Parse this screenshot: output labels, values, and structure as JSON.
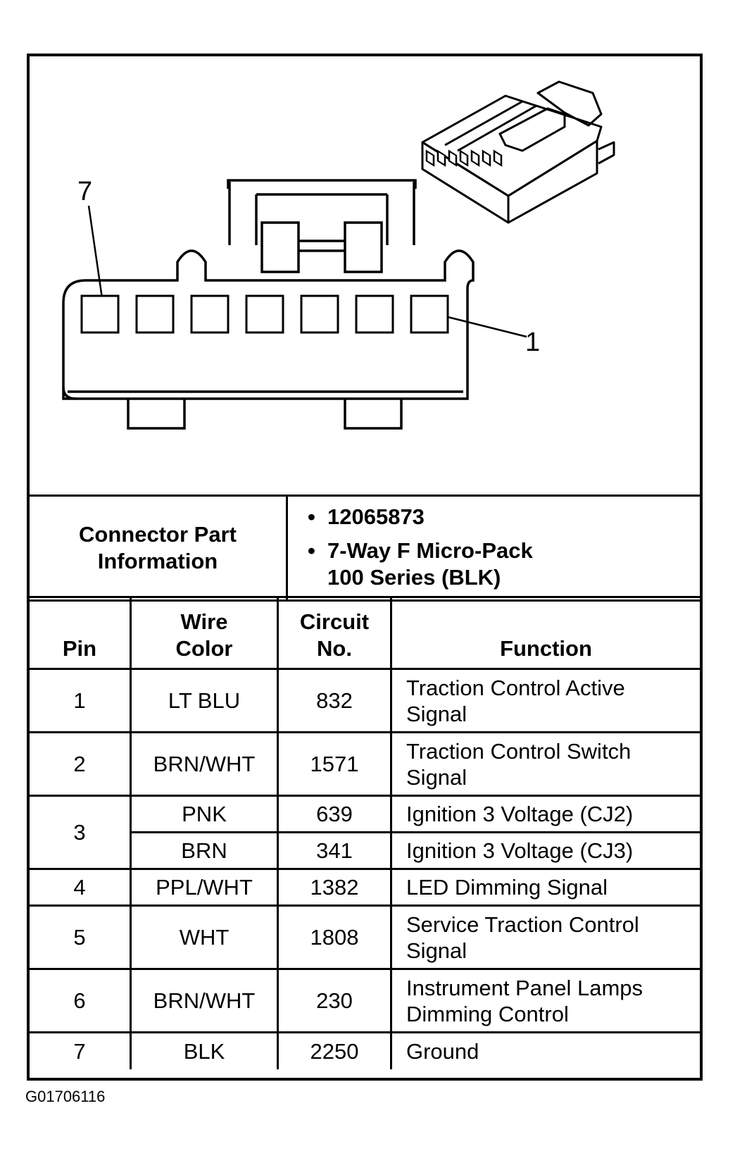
{
  "diagram": {
    "pin_label_left": "7",
    "pin_label_right": "1",
    "pin_count": 7
  },
  "connector_info": {
    "label_line1": "Connector Part",
    "label_line2": "Information",
    "bullet": "•",
    "items": [
      {
        "line1": "12065873",
        "line2": ""
      },
      {
        "line1": "7-Way F Micro-Pack",
        "line2": "100 Series (BLK)"
      }
    ]
  },
  "table": {
    "headers": {
      "pin": "Pin",
      "wire_line1": "Wire",
      "wire_line2": "Color",
      "circuit_line1": "Circuit",
      "circuit_line2": "No.",
      "function": "Function"
    },
    "rows": [
      {
        "pin": "1",
        "wire": "LT BLU",
        "circuit": "832",
        "f1": "Traction Control Active",
        "f2": "Signal"
      },
      {
        "pin": "2",
        "wire": "BRN/WHT",
        "circuit": "1571",
        "f1": "Traction Control Switch",
        "f2": "Signal"
      },
      {
        "pin": "3",
        "wire": "PNK",
        "circuit": "639",
        "f1": "Ignition 3 Voltage (CJ2)",
        "f2": ""
      },
      {
        "pin": "",
        "wire": "BRN",
        "circuit": "341",
        "f1": "Ignition 3 Voltage (CJ3)",
        "f2": ""
      },
      {
        "pin": "4",
        "wire": "PPL/WHT",
        "circuit": "1382",
        "f1": "LED Dimming Signal",
        "f2": ""
      },
      {
        "pin": "5",
        "wire": "WHT",
        "circuit": "1808",
        "f1": "Service Traction Control",
        "f2": "Signal"
      },
      {
        "pin": "6",
        "wire": "BRN/WHT",
        "circuit": "230",
        "f1": "Instrument Panel Lamps",
        "f2": "Dimming Control"
      },
      {
        "pin": "7",
        "wire": "BLK",
        "circuit": "2250",
        "f1": "Ground",
        "f2": ""
      }
    ]
  },
  "footer": {
    "figure_id": "G01706116"
  }
}
